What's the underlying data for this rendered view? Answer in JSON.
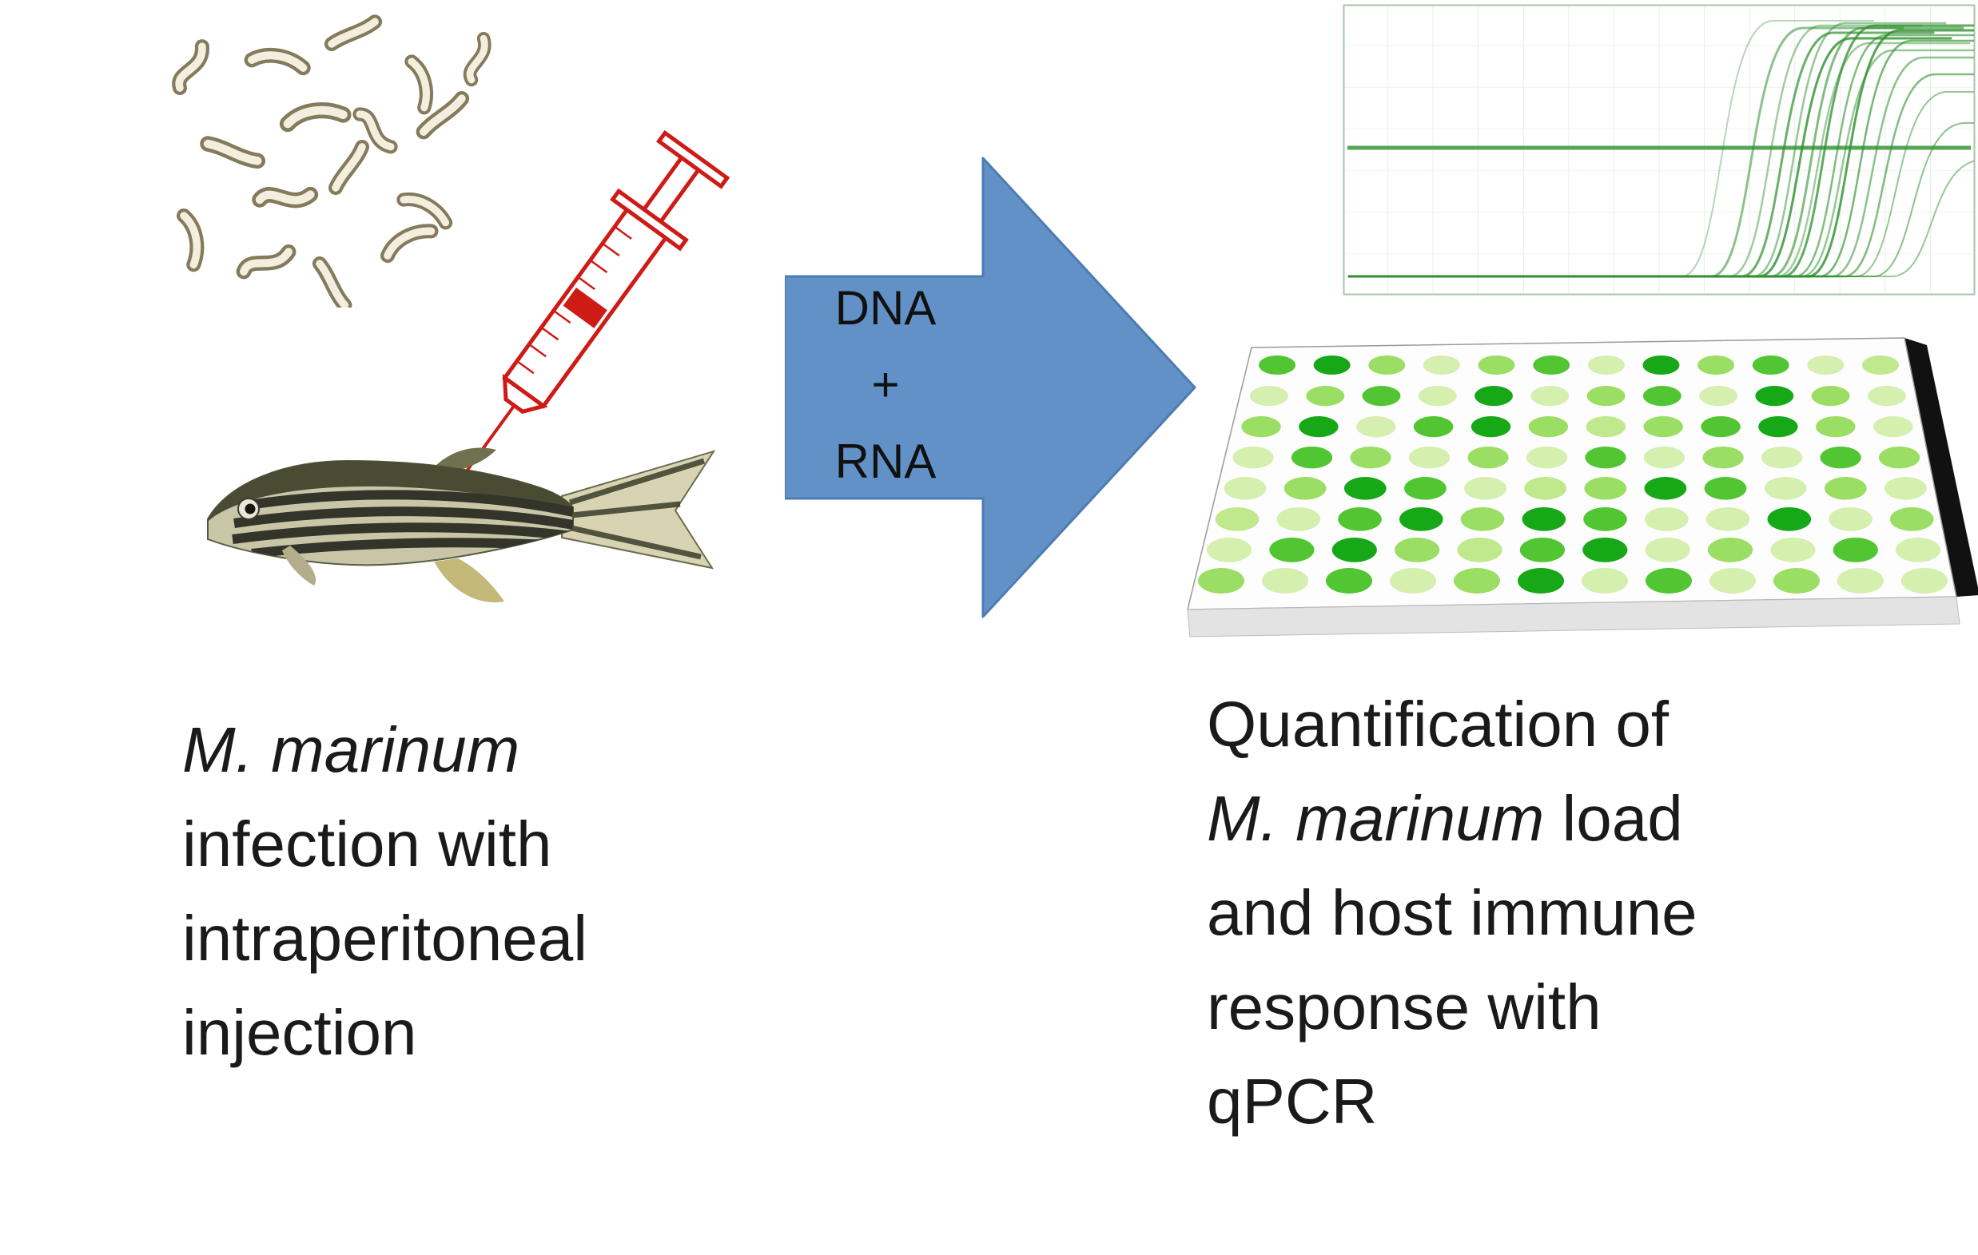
{
  "left": {
    "caption_line1": "M. marinum",
    "caption_line2": "infection with",
    "caption_line3": "intraperitoneal",
    "caption_line4": "injection"
  },
  "arrow_label": {
    "line1": "DNA",
    "line2": "+",
    "line3": "RNA"
  },
  "right": {
    "caption_line1": "Quantification of",
    "caption_line2_italic": "M. marinum",
    "caption_line2_rest": " load",
    "caption_line3": "and host immune",
    "caption_line4": "response with",
    "caption_line5": "qPCR"
  },
  "colors": {
    "arrow_blue": "#6191c7",
    "arrow_border": "#4d7cb0",
    "syringe_red": "#cf1b15",
    "bacteria_outline": "#847a5c"
  },
  "qpcr_plot": {
    "type": "line",
    "curve_color": "#2d8f2d",
    "threshold": {
      "y_frac": 0.55,
      "width": 5,
      "opacity": 0.8
    },
    "curves": [
      {
        "onset": 0.55,
        "top": 0.03,
        "a": 0.35,
        "w": 2
      },
      {
        "onset": 0.6,
        "top": 0.06,
        "a": 0.55,
        "w": 3
      },
      {
        "onset": 0.63,
        "top": 0.05,
        "a": 0.45,
        "w": 2.5
      },
      {
        "onset": 0.65,
        "top": 0.08,
        "a": 0.7,
        "w": 3
      },
      {
        "onset": 0.67,
        "top": 0.04,
        "a": 0.5,
        "w": 2.5
      },
      {
        "onset": 0.68,
        "top": 0.1,
        "a": 0.8,
        "w": 3
      },
      {
        "onset": 0.7,
        "top": 0.06,
        "a": 0.6,
        "w": 3
      },
      {
        "onset": 0.71,
        "top": 0.12,
        "a": 0.45,
        "w": 2.5
      },
      {
        "onset": 0.72,
        "top": 0.05,
        "a": 0.75,
        "w": 3
      },
      {
        "onset": 0.74,
        "top": 0.09,
        "a": 0.6,
        "w": 2.5
      },
      {
        "onset": 0.75,
        "top": 0.15,
        "a": 0.5,
        "w": 2.5
      },
      {
        "onset": 0.76,
        "top": 0.07,
        "a": 0.8,
        "w": 3
      },
      {
        "onset": 0.78,
        "top": 0.11,
        "a": 0.65,
        "w": 2.5
      },
      {
        "onset": 0.8,
        "top": 0.18,
        "a": 0.55,
        "w": 2.5
      },
      {
        "onset": 0.82,
        "top": 0.25,
        "a": 0.6,
        "w": 2.5
      },
      {
        "onset": 0.84,
        "top": 0.32,
        "a": 0.5,
        "w": 2
      },
      {
        "onset": 0.87,
        "top": 0.45,
        "a": 0.55,
        "w": 2
      },
      {
        "onset": 0.9,
        "top": 0.6,
        "a": 0.5,
        "w": 2
      }
    ]
  },
  "well_plate": {
    "rows": 8,
    "cols": 12,
    "palette": [
      "#d4efae",
      "#9ade63",
      "#52c532",
      "#17a817",
      "#bfe98c"
    ],
    "pattern": [
      "231012031204",
      "012030120310",
      "130231412310",
      "021010201021",
      "013204132010",
      "402313200301",
      "023142301020",
      "102013020100"
    ]
  }
}
